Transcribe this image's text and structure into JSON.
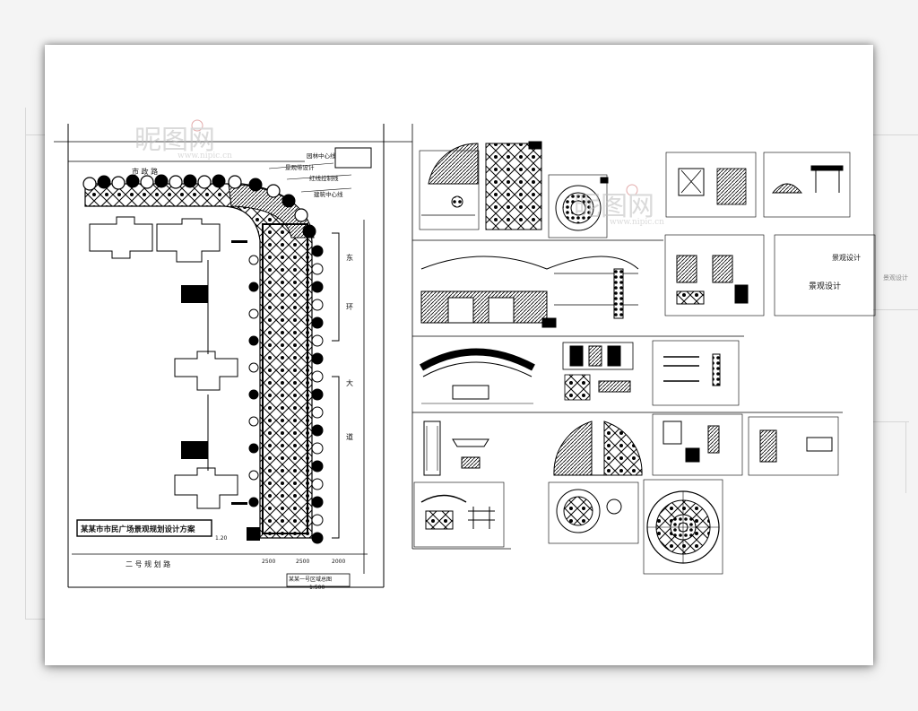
{
  "site_plan": {
    "road_top": "市 政 路",
    "road_right": "东 环 大 道",
    "road_bottom": "二 号 规 划 路",
    "title_box": "某某市市民广场景观规划设计方案",
    "callout_1": "景观带设计",
    "callout_2": "园林中心线",
    "callout_3": "红线控制线",
    "callout_4": "建筑中心线",
    "caption": "某某一号区域总图",
    "caption_scale": "1:500",
    "dim_1": "2500",
    "dim_2": "2500",
    "dim_3": "2000",
    "elev": "1.20"
  },
  "right_sheet": {
    "title": "景观设计"
  },
  "watermark": {
    "text": "昵图网",
    "url": "www.nipic.cn"
  }
}
